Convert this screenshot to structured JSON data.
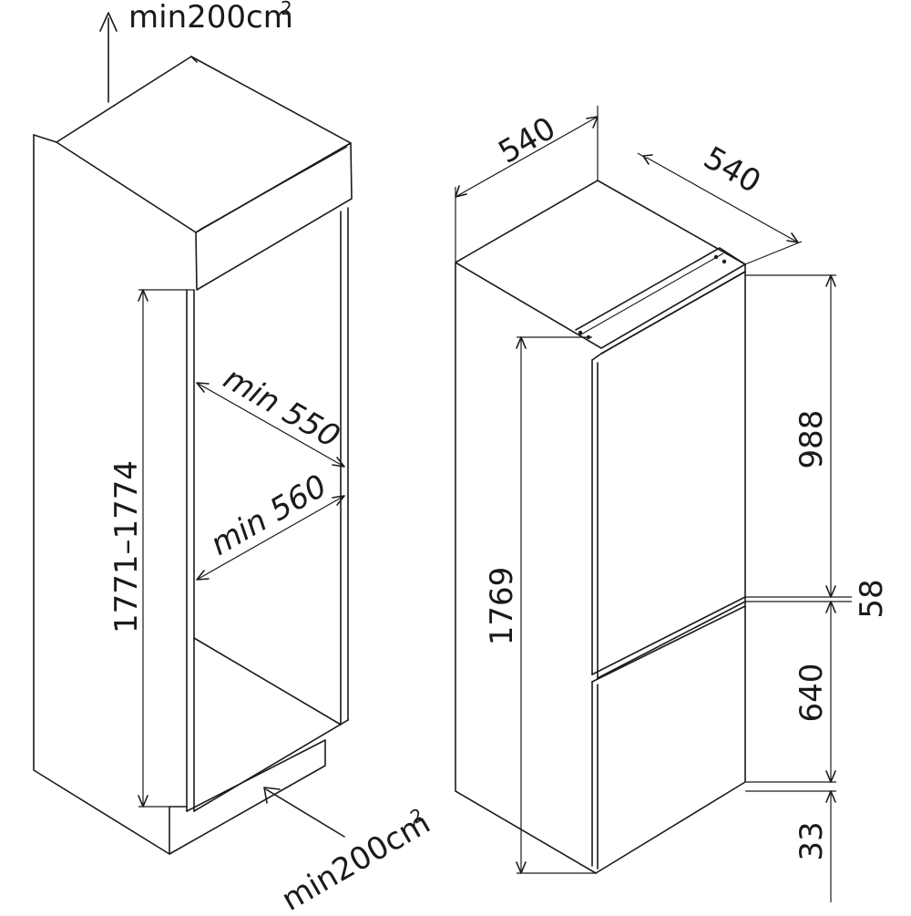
{
  "left_diagram": {
    "top_vent": {
      "text": "min200cm",
      "sup": "2"
    },
    "bottom_vent": {
      "text": "min200cm",
      "sup": "2"
    },
    "niche_height": "1771–1774",
    "depth_min": "min 550",
    "width_min": "min 560"
  },
  "right_diagram": {
    "depth": "540",
    "width": "540",
    "height_total": "1769",
    "upper_door": "988",
    "gap": "58",
    "lower_door": "640",
    "bottom": "33"
  }
}
